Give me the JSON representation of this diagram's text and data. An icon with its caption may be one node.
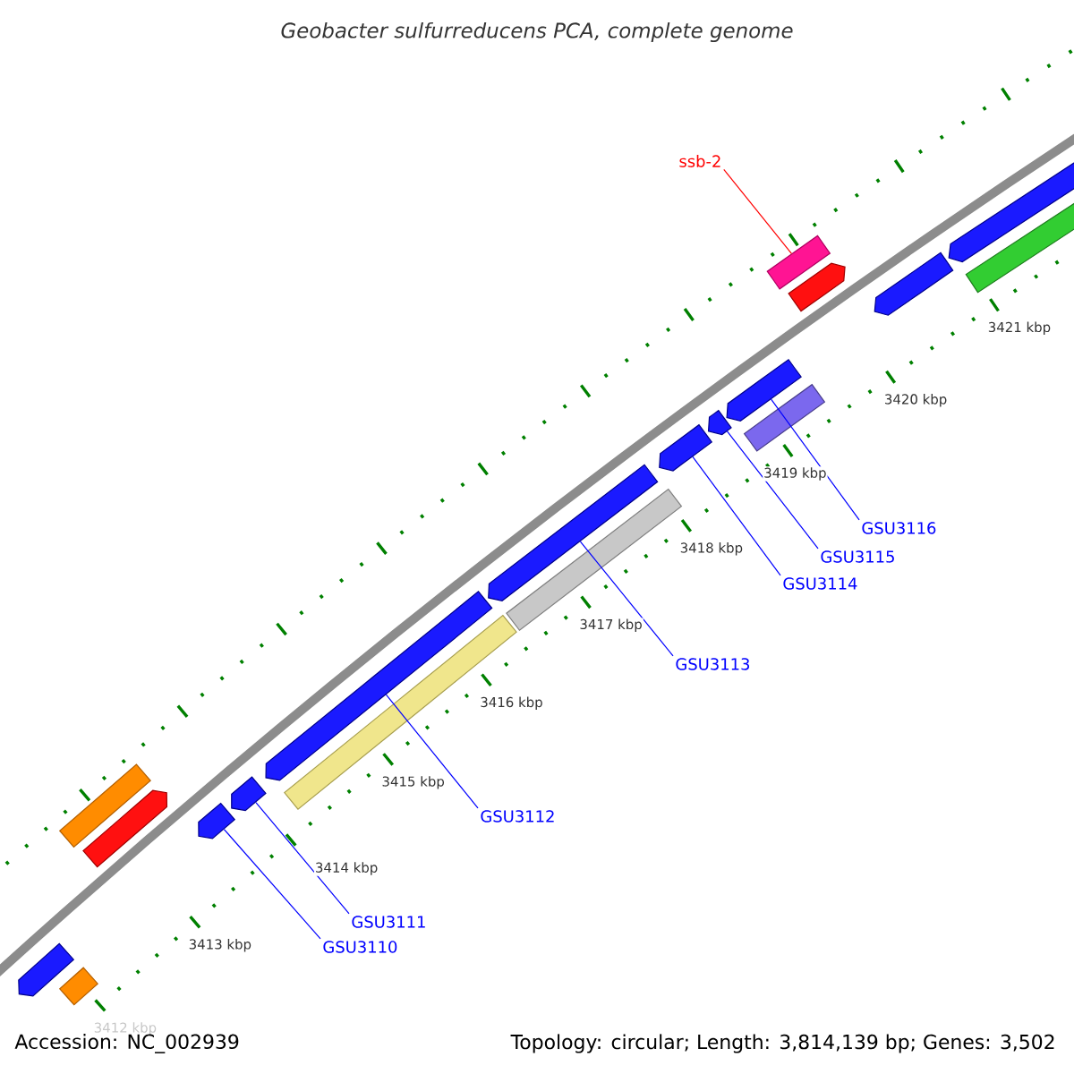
{
  "diagram": {
    "title": "Geobacter sulfurreducens PCA, complete genome",
    "nodes": [
      {
        "text": [
          "ssb-2"
        ]
      },
      {
        "text": [
          "GSU3116"
        ]
      },
      {
        "text": [
          "GSU3115"
        ]
      },
      {
        "text": [
          "GSU3114"
        ]
      },
      {
        "text": [
          "GSU3113"
        ]
      },
      {
        "text": [
          "GSU3112"
        ]
      },
      {
        "text": [
          "GSU3111"
        ]
      },
      {
        "text": [
          "GSU3110"
        ]
      },
      {
        "text": [],
        "shape": "arrow"
      },
      {
        "text": [],
        "shape": "bar"
      },
      {
        "text": [],
        "shape": "bar"
      },
      {
        "text": [],
        "shape": "arrow"
      },
      {
        "text": [],
        "shape": "arrow"
      },
      {
        "text": [],
        "shape": "arrow"
      },
      {
        "text": [],
        "shape": "bar"
      },
      {
        "text": [],
        "shape": "arrow"
      },
      {
        "text": [],
        "shape": "arrow"
      },
      {
        "text": [],
        "shape": "arrow"
      },
      {
        "text": [],
        "shape": "bar"
      },
      {
        "text": [],
        "shape": "arrow"
      },
      {
        "text": [],
        "shape": "bar"
      },
      {
        "text": [],
        "shape": "arrow"
      },
      {
        "text": [],
        "shape": "bar"
      },
      {
        "text": [],
        "shape": "arrow"
      },
      {
        "text": [],
        "shape": "arrow"
      },
      {
        "text": [],
        "shape": "arrow"
      },
      {
        "text": [],
        "shape": "bar"
      }
    ],
    "edges": [
      {
        "from": 0,
        "to": 10,
        "arrow": "none",
        "color": "#ff0000"
      },
      {
        "from": 1,
        "to": 13,
        "arrow": "none"
      },
      {
        "from": 2,
        "to": 15,
        "arrow": "none"
      },
      {
        "from": 3,
        "to": 16,
        "arrow": "none"
      },
      {
        "from": 4,
        "to": 17,
        "arrow": "none"
      },
      {
        "from": 5,
        "to": 19,
        "arrow": "none"
      },
      {
        "from": 6,
        "to": 21,
        "arrow": "none"
      },
      {
        "from": 7,
        "to": 23,
        "arrow": "none"
      }
    ],
    "labels": [
      "3421 kbp",
      "3420 kbp",
      "3419 kbp",
      "3418 kbp",
      "3417 kbp",
      "3416 kbp",
      "3415 kbp",
      "3414 kbp",
      "3413 kbp",
      "3412 kbp",
      "Accession: NC_002939",
      "Topology: circular; Length: 3,814,139 bp; Genes: 3,502"
    ]
  }
}
